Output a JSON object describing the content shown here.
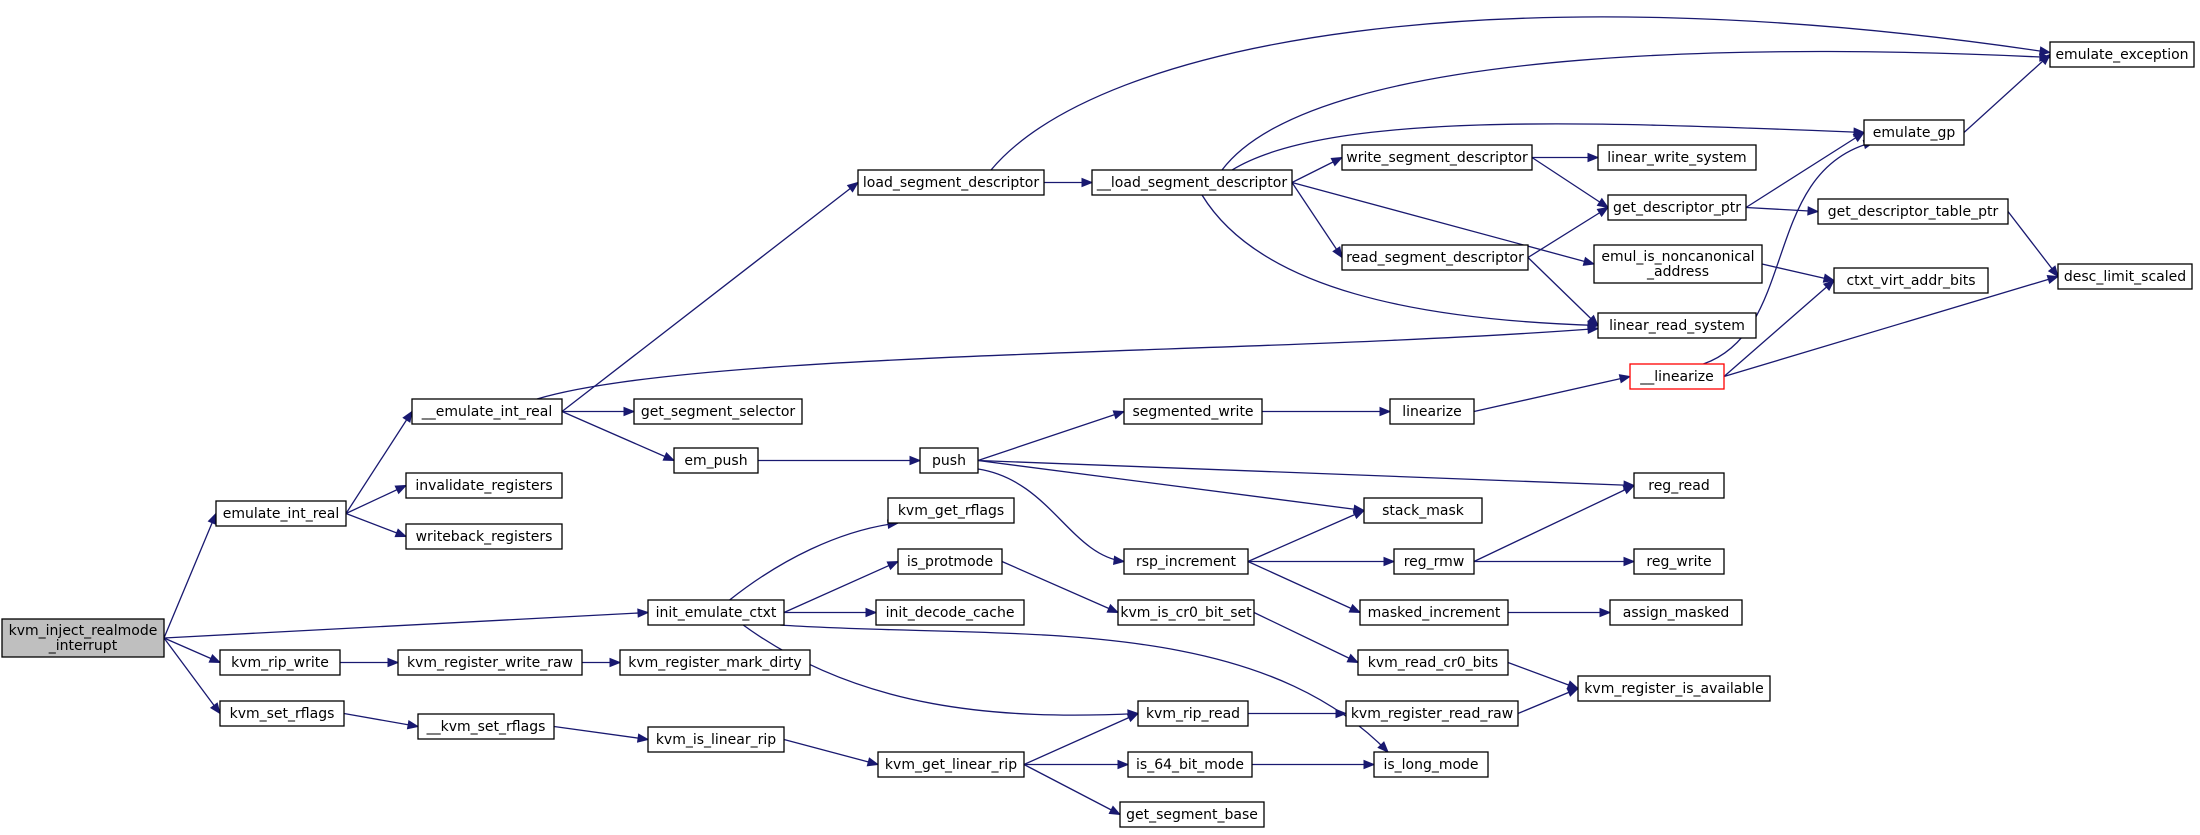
{
  "title": "",
  "colors": {
    "edge": "#191970",
    "node_border": "#000000",
    "root_fill": "#bfbfbf",
    "highlight_border": "#ff0000",
    "node_fill": "#ffffff"
  },
  "nodes": [
    {
      "id": "root",
      "lines": [
        "kvm_inject_realmode",
        "_interrupt"
      ]
    },
    {
      "id": "emulate_int_real",
      "lines": [
        "emulate_int_real"
      ]
    },
    {
      "id": "__emulate_int_real",
      "lines": [
        "__emulate_int_real"
      ]
    },
    {
      "id": "load_segment_descriptor",
      "lines": [
        "load_segment_descriptor"
      ]
    },
    {
      "id": "__load_segment_descriptor",
      "lines": [
        "__load_segment_descriptor"
      ]
    },
    {
      "id": "emulate_exception",
      "lines": [
        "emulate_exception"
      ]
    },
    {
      "id": "emulate_gp",
      "lines": [
        "emulate_gp"
      ]
    },
    {
      "id": "write_segment_descriptor",
      "lines": [
        "write_segment_descriptor"
      ]
    },
    {
      "id": "linear_write_system",
      "lines": [
        "linear_write_system"
      ]
    },
    {
      "id": "get_descriptor_ptr",
      "lines": [
        "get_descriptor_ptr"
      ]
    },
    {
      "id": "get_descriptor_table_ptr",
      "lines": [
        "get_descriptor_table_ptr"
      ]
    },
    {
      "id": "read_segment_descriptor",
      "lines": [
        "read_segment_descriptor"
      ]
    },
    {
      "id": "emul_is_noncanonical_address",
      "lines": [
        "emul_is_noncanonical",
        "_address"
      ]
    },
    {
      "id": "ctxt_virt_addr_bits",
      "lines": [
        "ctxt_virt_addr_bits"
      ]
    },
    {
      "id": "desc_limit_scaled",
      "lines": [
        "desc_limit_scaled"
      ]
    },
    {
      "id": "linear_read_system",
      "lines": [
        "linear_read_system"
      ]
    },
    {
      "id": "__linearize",
      "lines": [
        "__linearize"
      ],
      "highlight": true
    },
    {
      "id": "get_segment_selector",
      "lines": [
        "get_segment_selector"
      ]
    },
    {
      "id": "segmented_write",
      "lines": [
        "segmented_write"
      ]
    },
    {
      "id": "linearize",
      "lines": [
        "linearize"
      ]
    },
    {
      "id": "em_push",
      "lines": [
        "em_push"
      ]
    },
    {
      "id": "push",
      "lines": [
        "push"
      ]
    },
    {
      "id": "reg_read",
      "lines": [
        "reg_read"
      ]
    },
    {
      "id": "invalidate_registers",
      "lines": [
        "invalidate_registers"
      ]
    },
    {
      "id": "writeback_registers",
      "lines": [
        "writeback_registers"
      ]
    },
    {
      "id": "kvm_get_rflags",
      "lines": [
        "kvm_get_rflags"
      ]
    },
    {
      "id": "stack_mask",
      "lines": [
        "stack_mask"
      ]
    },
    {
      "id": "is_protmode",
      "lines": [
        "is_protmode"
      ]
    },
    {
      "id": "rsp_increment",
      "lines": [
        "rsp_increment"
      ]
    },
    {
      "id": "reg_rmw",
      "lines": [
        "reg_rmw"
      ]
    },
    {
      "id": "reg_write",
      "lines": [
        "reg_write"
      ]
    },
    {
      "id": "init_emulate_ctxt",
      "lines": [
        "init_emulate_ctxt"
      ]
    },
    {
      "id": "init_decode_cache",
      "lines": [
        "init_decode_cache"
      ]
    },
    {
      "id": "kvm_is_cr0_bit_set",
      "lines": [
        "kvm_is_cr0_bit_set"
      ]
    },
    {
      "id": "masked_increment",
      "lines": [
        "masked_increment"
      ]
    },
    {
      "id": "assign_masked",
      "lines": [
        "assign_masked"
      ]
    },
    {
      "id": "kvm_rip_write",
      "lines": [
        "kvm_rip_write"
      ]
    },
    {
      "id": "kvm_register_write_raw",
      "lines": [
        "kvm_register_write_raw"
      ]
    },
    {
      "id": "kvm_register_mark_dirty",
      "lines": [
        "kvm_register_mark_dirty"
      ]
    },
    {
      "id": "kvm_read_cr0_bits",
      "lines": [
        "kvm_read_cr0_bits"
      ]
    },
    {
      "id": "kvm_register_is_available",
      "lines": [
        "kvm_register_is_available"
      ]
    },
    {
      "id": "kvm_set_rflags",
      "lines": [
        "kvm_set_rflags"
      ]
    },
    {
      "id": "__kvm_set_rflags",
      "lines": [
        "__kvm_set_rflags"
      ]
    },
    {
      "id": "kvm_rip_read",
      "lines": [
        "kvm_rip_read"
      ]
    },
    {
      "id": "kvm_register_read_raw",
      "lines": [
        "kvm_register_read_raw"
      ]
    },
    {
      "id": "kvm_is_linear_rip",
      "lines": [
        "kvm_is_linear_rip"
      ]
    },
    {
      "id": "kvm_get_linear_rip",
      "lines": [
        "kvm_get_linear_rip"
      ]
    },
    {
      "id": "is_64_bit_mode",
      "lines": [
        "is_64_bit_mode"
      ]
    },
    {
      "id": "is_long_mode",
      "lines": [
        "is_long_mode"
      ]
    },
    {
      "id": "get_segment_base",
      "lines": [
        "get_segment_base"
      ]
    }
  ],
  "edges": [
    [
      "root",
      "emulate_int_real"
    ],
    [
      "root",
      "init_emulate_ctxt"
    ],
    [
      "root",
      "kvm_rip_write"
    ],
    [
      "root",
      "kvm_set_rflags"
    ],
    [
      "emulate_int_real",
      "__emulate_int_real"
    ],
    [
      "emulate_int_real",
      "invalidate_registers"
    ],
    [
      "emulate_int_real",
      "writeback_registers"
    ],
    [
      "__emulate_int_real",
      "load_segment_descriptor"
    ],
    [
      "__emulate_int_real",
      "linear_read_system"
    ],
    [
      "__emulate_int_real",
      "get_segment_selector"
    ],
    [
      "__emulate_int_real",
      "em_push"
    ],
    [
      "load_segment_descriptor",
      "__load_segment_descriptor"
    ],
    [
      "load_segment_descriptor",
      "emulate_exception"
    ],
    [
      "__load_segment_descriptor",
      "emulate_exception"
    ],
    [
      "__load_segment_descriptor",
      "emulate_gp"
    ],
    [
      "__load_segment_descriptor",
      "write_segment_descriptor"
    ],
    [
      "__load_segment_descriptor",
      "read_segment_descriptor"
    ],
    [
      "__load_segment_descriptor",
      "emul_is_noncanonical_address"
    ],
    [
      "__load_segment_descriptor",
      "linear_read_system"
    ],
    [
      "write_segment_descriptor",
      "linear_write_system"
    ],
    [
      "write_segment_descriptor",
      "get_descriptor_ptr"
    ],
    [
      "read_segment_descriptor",
      "get_descriptor_ptr"
    ],
    [
      "read_segment_descriptor",
      "linear_read_system"
    ],
    [
      "get_descriptor_ptr",
      "emulate_gp"
    ],
    [
      "get_descriptor_ptr",
      "get_descriptor_table_ptr"
    ],
    [
      "get_descriptor_table_ptr",
      "desc_limit_scaled"
    ],
    [
      "emul_is_noncanonical_address",
      "ctxt_virt_addr_bits"
    ],
    [
      "emulate_gp",
      "emulate_exception"
    ],
    [
      "__linearize",
      "emulate_gp"
    ],
    [
      "__linearize",
      "ctxt_virt_addr_bits"
    ],
    [
      "__linearize",
      "desc_limit_scaled"
    ],
    [
      "em_push",
      "push"
    ],
    [
      "push",
      "segmented_write"
    ],
    [
      "push",
      "reg_read"
    ],
    [
      "push",
      "stack_mask"
    ],
    [
      "push",
      "rsp_increment"
    ],
    [
      "segmented_write",
      "linearize"
    ],
    [
      "linearize",
      "__linearize"
    ],
    [
      "rsp_increment",
      "stack_mask"
    ],
    [
      "rsp_increment",
      "reg_rmw"
    ],
    [
      "rsp_increment",
      "masked_increment"
    ],
    [
      "reg_rmw",
      "reg_read"
    ],
    [
      "reg_rmw",
      "reg_write"
    ],
    [
      "masked_increment",
      "assign_masked"
    ],
    [
      "init_emulate_ctxt",
      "kvm_get_rflags"
    ],
    [
      "init_emulate_ctxt",
      "is_protmode"
    ],
    [
      "init_emulate_ctxt",
      "init_decode_cache"
    ],
    [
      "init_emulate_ctxt",
      "kvm_rip_read"
    ],
    [
      "init_emulate_ctxt",
      "is_long_mode"
    ],
    [
      "is_protmode",
      "kvm_is_cr0_bit_set"
    ],
    [
      "kvm_is_cr0_bit_set",
      "kvm_read_cr0_bits"
    ],
    [
      "kvm_read_cr0_bits",
      "kvm_register_is_available"
    ],
    [
      "kvm_rip_write",
      "kvm_register_write_raw"
    ],
    [
      "kvm_register_write_raw",
      "kvm_register_mark_dirty"
    ],
    [
      "kvm_set_rflags",
      "__kvm_set_rflags"
    ],
    [
      "__kvm_set_rflags",
      "kvm_is_linear_rip"
    ],
    [
      "kvm_is_linear_rip",
      "kvm_get_linear_rip"
    ],
    [
      "kvm_get_linear_rip",
      "kvm_rip_read"
    ],
    [
      "kvm_get_linear_rip",
      "is_64_bit_mode"
    ],
    [
      "kvm_get_linear_rip",
      "get_segment_base"
    ],
    [
      "kvm_rip_read",
      "kvm_register_read_raw"
    ],
    [
      "kvm_register_read_raw",
      "kvm_register_is_available"
    ],
    [
      "is_64_bit_mode",
      "is_long_mode"
    ]
  ]
}
